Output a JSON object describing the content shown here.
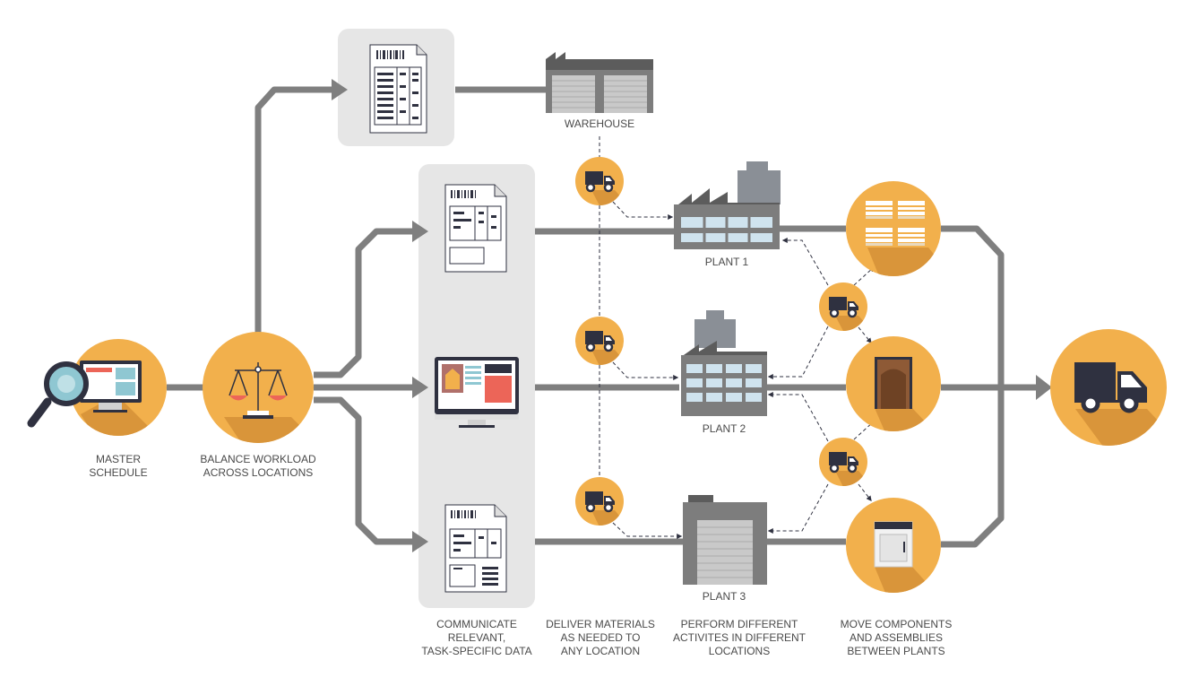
{
  "labels": {
    "master_schedule": [
      "MASTER",
      "SCHEDULE"
    ],
    "balance_workload": [
      "BALANCE WORKLOAD",
      "ACROSS LOCATIONS"
    ],
    "warehouse": "WAREHOUSE",
    "plant_1": "PLANT 1",
    "plant_2": "PLANT 2",
    "plant_3": "PLANT 3",
    "communicate": [
      "COMMUNICATE",
      "RELEVANT,",
      "TASK-SPECIFIC DATA"
    ],
    "deliver": [
      "DELIVER MATERIALS",
      "AS NEEDED TO",
      "ANY LOCATION"
    ],
    "perform": [
      "PERFORM DIFFERENT",
      "ACTIVITES IN DIFFERENT",
      "LOCATIONS"
    ],
    "move": [
      "MOVE COMPONENTS",
      "AND ASSEMBLIES",
      "BETWEEN PLANTS"
    ]
  },
  "colors": {
    "circle": "#F2B04C",
    "circle_shadow": "#D9953A",
    "line": "#7F7F7F",
    "panel": "#E6E6E6",
    "dark": "#2F3140",
    "building": "#7D7D7D",
    "roof": "#5C5C5C",
    "glass": "#CFE3EE",
    "red_card": "#EC6558",
    "teal": "#8FC7D2"
  }
}
